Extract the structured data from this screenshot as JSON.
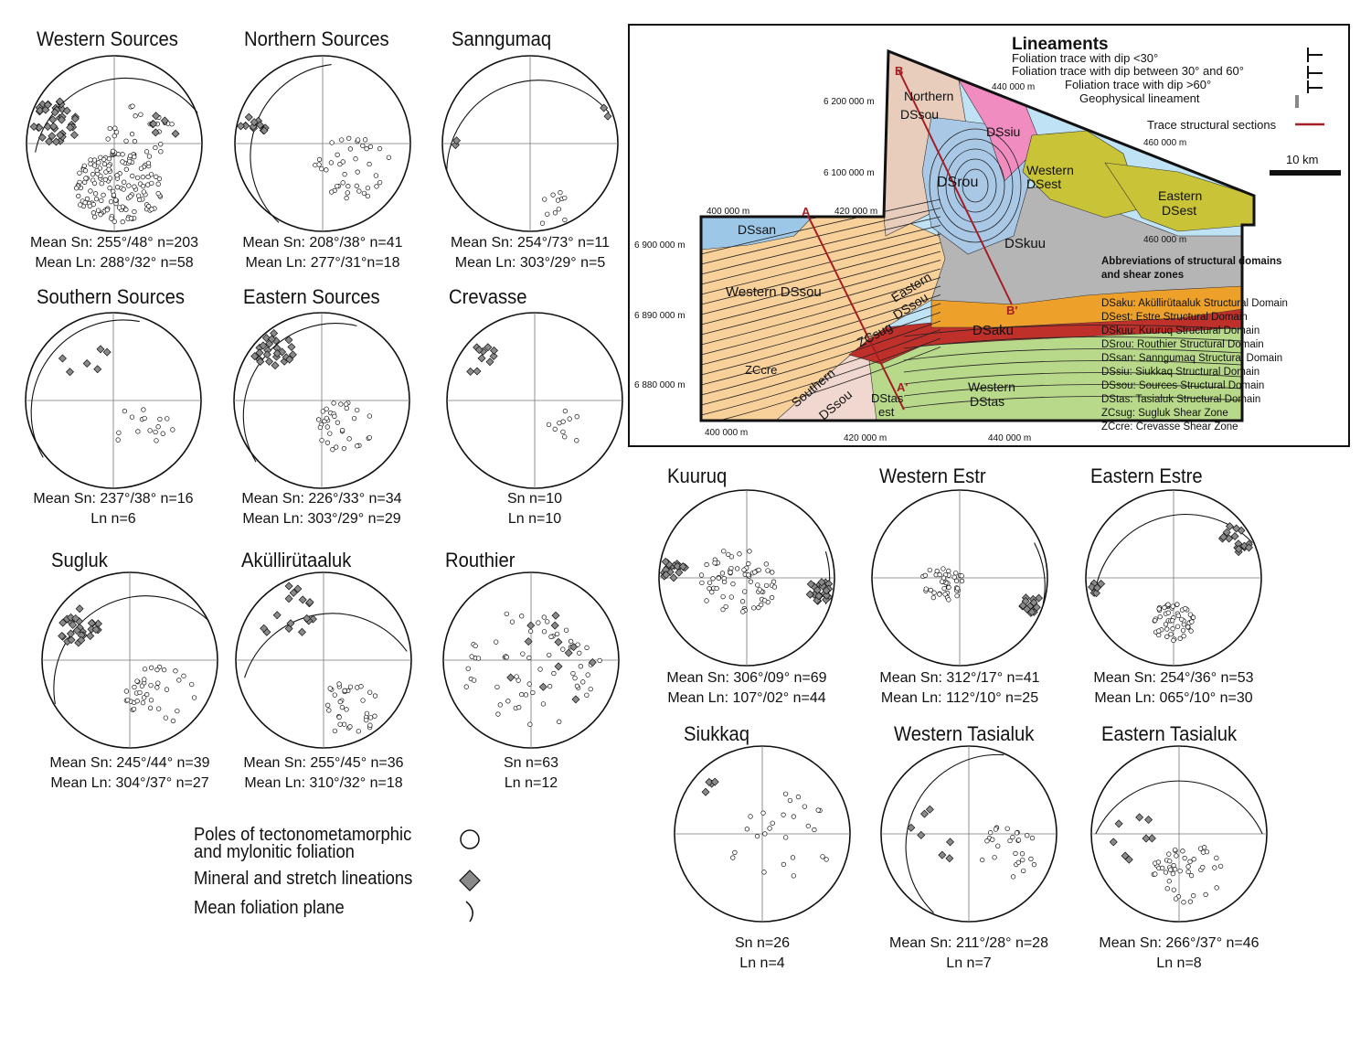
{
  "colors": {
    "pole": "#ffffff",
    "lineation": "#8a8a8a",
    "outline": "#111111",
    "trace_red": "#a31f24",
    "sea": "#bfe3f5",
    "dssou": "#f7c98a",
    "dsrou": "#a9c8e6",
    "dssiu": "#f08cc0",
    "dsest": "#c9c338",
    "dskuu": "#b5b5b5",
    "dsaku": "#eda12b",
    "dstas": "#b8d98a",
    "dssan": "#9cc7e6",
    "zcsug": "#c0302a",
    "western_dssou": "#f8d09a",
    "southern_dssou": "#f0d7cf",
    "northern_dssou": "#e8cdbd"
  },
  "nets": [
    {
      "id": "western-sources",
      "title": "Western Sources",
      "caption": [
        "Mean Sn: 255°/48° n=203",
        "Mean Ln: 288°/32° n=58"
      ]
    },
    {
      "id": "northern-sources",
      "title": "Northern Sources",
      "caption": [
        "Mean Sn: 208°/38° n=41",
        "Mean Ln: 277°/31°n=18"
      ]
    },
    {
      "id": "sanngumaq",
      "title": "Sanngumaq",
      "caption": [
        "Mean Sn: 254°/73° n=11",
        "Mean Ln: 303°/29° n=5"
      ]
    },
    {
      "id": "southern-sources",
      "title": "Southern Sources",
      "caption": [
        "Mean Sn: 237°/38° n=16",
        "Ln n=6"
      ]
    },
    {
      "id": "eastern-sources",
      "title": "Eastern Sources",
      "caption": [
        "Mean Sn: 226°/33° n=34",
        "Mean Ln: 303°/29° n=29"
      ]
    },
    {
      "id": "crevasse",
      "title": "Crevasse",
      "caption": [
        "Sn n=10",
        "Ln n=10"
      ]
    },
    {
      "id": "sugluk",
      "title": "Sugluk",
      "caption": [
        "Mean Sn: 245°/44° n=39",
        "Mean Ln: 304°/37° n=27"
      ]
    },
    {
      "id": "akullirutaaluk",
      "title": "Aküllirütaaluk",
      "caption": [
        "Mean Sn: 255°/45° n=36",
        "Mean Ln: 310°/32° n=18"
      ]
    },
    {
      "id": "routhier",
      "title": "Routhier",
      "caption": [
        "Sn n=63",
        "Ln n=12"
      ]
    },
    {
      "id": "kuuruq",
      "title": "Kuuruq",
      "caption": [
        "Mean Sn: 306°/09° n=69",
        "Mean Ln: 107°/02° n=44"
      ]
    },
    {
      "id": "western-estr",
      "title": "Western Estr",
      "caption": [
        "Mean Sn: 312°/17° n=41",
        "Mean Ln: 112°/10° n=25"
      ]
    },
    {
      "id": "eastern-estre",
      "title": "Eastern Estre",
      "caption": [
        "Mean Sn: 254°/36° n=53",
        "Mean Ln: 065°/10° n=30"
      ]
    },
    {
      "id": "siukkaq",
      "title": "Siukkaq",
      "caption": [
        "Sn  n=26",
        "Ln n=4"
      ]
    },
    {
      "id": "western-tasialuk",
      "title": "Western Tasialuk",
      "caption": [
        "Mean Sn: 211°/28° n=28",
        "Ln n=7"
      ]
    },
    {
      "id": "eastern-tasialuk",
      "title": "Eastern Tasialuk",
      "caption": [
        "Mean Sn: 266°/37° n=46",
        "Ln n=8"
      ]
    }
  ],
  "legend": {
    "poles": [
      "Poles of tectonometamorphic",
      "and mylonitic foliation"
    ],
    "lineations": "Mineral and stretch lineations",
    "plane": "Mean foliation plane"
  },
  "map": {
    "lineaments_title": "Lineaments",
    "lineaments": [
      "Foliation trace with dip <30°",
      "Foliation trace with dip between 30° and 60°",
      "Foliation trace with dip >60°",
      "Geophysical lineament"
    ],
    "trace_label": "Trace structural sections",
    "scale_label": "10 km",
    "abbrev_title": [
      "Abbreviations of structural domains",
      "and shear zones"
    ],
    "abbreviations": [
      "DSaku: Aküllirütaaluk Structural Domain",
      "DSest: Estre Structural Domain",
      "DSkuu: Kuuruq Structural Domain",
      "DSrou: Routhier Structural Domain",
      "DSsan: Sanngumaq Structural Domain",
      "DSsiu: Siukkaq Structural Domain",
      "DSsou: Sources Structural Domain",
      "DStas: Tasialuk Structural Domain",
      "ZCsug: Sugluk Shear Zone",
      "ZCcre: Crevasse Shear Zone"
    ],
    "coords": {
      "n6200": "6 200 000 m",
      "n6100": "6 100 000 m",
      "n6900": "6 900 000 m",
      "n6890": "6 890 000 m",
      "n6880": "6 880 000 m",
      "e440top": "440 000 m",
      "e460top": "460 000 m",
      "e400top": "400 000 m",
      "e420top": "420 000 m",
      "e460mid": "460 000 m",
      "e400bot": "400 000 m",
      "e420bot": "420 000 m",
      "e440bot": "440 000 m"
    },
    "labels": {
      "northern": "Northern",
      "dssou_n": "DSsou",
      "dssiu": "DSsiu",
      "dsrou": "DSrou",
      "western_est": "Western",
      "dsest_w": "DSest",
      "eastern_est": "Eastern",
      "dsest_e": "DSest",
      "dskuu": "DSkuu",
      "dssan": "DSsan",
      "western_dssou": "Western DSsou",
      "eastern": "Eastern",
      "dssou_e": "DSsou",
      "dsaku": "DSaku",
      "zcsug": "ZCsug",
      "zccre": "ZCcre",
      "southern": "Southern",
      "dssou_s": "DSsou",
      "dstas": "DStas",
      "est": "est",
      "western_tas": "Western",
      "dstas_w": "DStas"
    },
    "section_labels": {
      "a": "A",
      "a_prime": "A'",
      "b": "B",
      "b_prime": "B'"
    }
  }
}
